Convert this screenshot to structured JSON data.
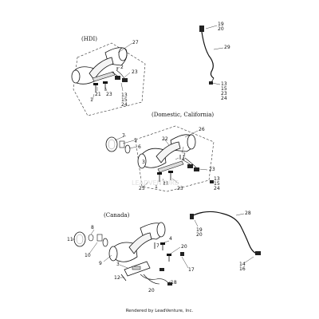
{
  "sections": {
    "hdi": {
      "caption": "(HDI)",
      "parts": [
        "27",
        "23",
        "21",
        "13",
        "15",
        "24",
        "1",
        "2",
        "19",
        "20",
        "29"
      ]
    },
    "domestic": {
      "caption": "(Domestic, California)",
      "parts": [
        "26",
        "7",
        "5",
        "6",
        "22",
        "3",
        "4",
        "23",
        "13",
        "15",
        "24",
        "25",
        "21",
        "1",
        "2",
        "23"
      ]
    },
    "canada": {
      "caption": "(Canada)",
      "parts": [
        "28",
        "19",
        "20",
        "14",
        "16",
        "11",
        "8",
        "10",
        "9",
        "7",
        "4",
        "20",
        "3",
        "17",
        "12",
        "18",
        "20"
      ]
    }
  },
  "watermark": "LEADVENTURE",
  "footer": "Rendered by LeadVenture, Inc."
}
